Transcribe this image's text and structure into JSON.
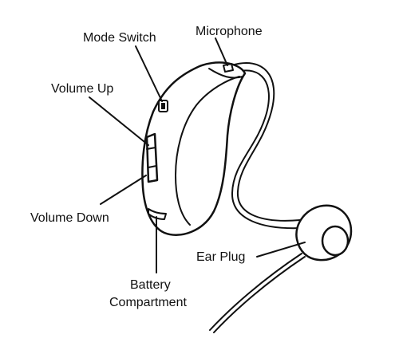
{
  "labels": {
    "mode_switch": "Mode Switch",
    "microphone": "Microphone",
    "volume_up": "Volume Up",
    "volume_down": "Volume Down",
    "ear_plug": "Ear Plug",
    "battery_line1": "Battery",
    "battery_line2": "Compartment"
  },
  "colors": {
    "ink": "#111111",
    "background": "#ffffff"
  }
}
